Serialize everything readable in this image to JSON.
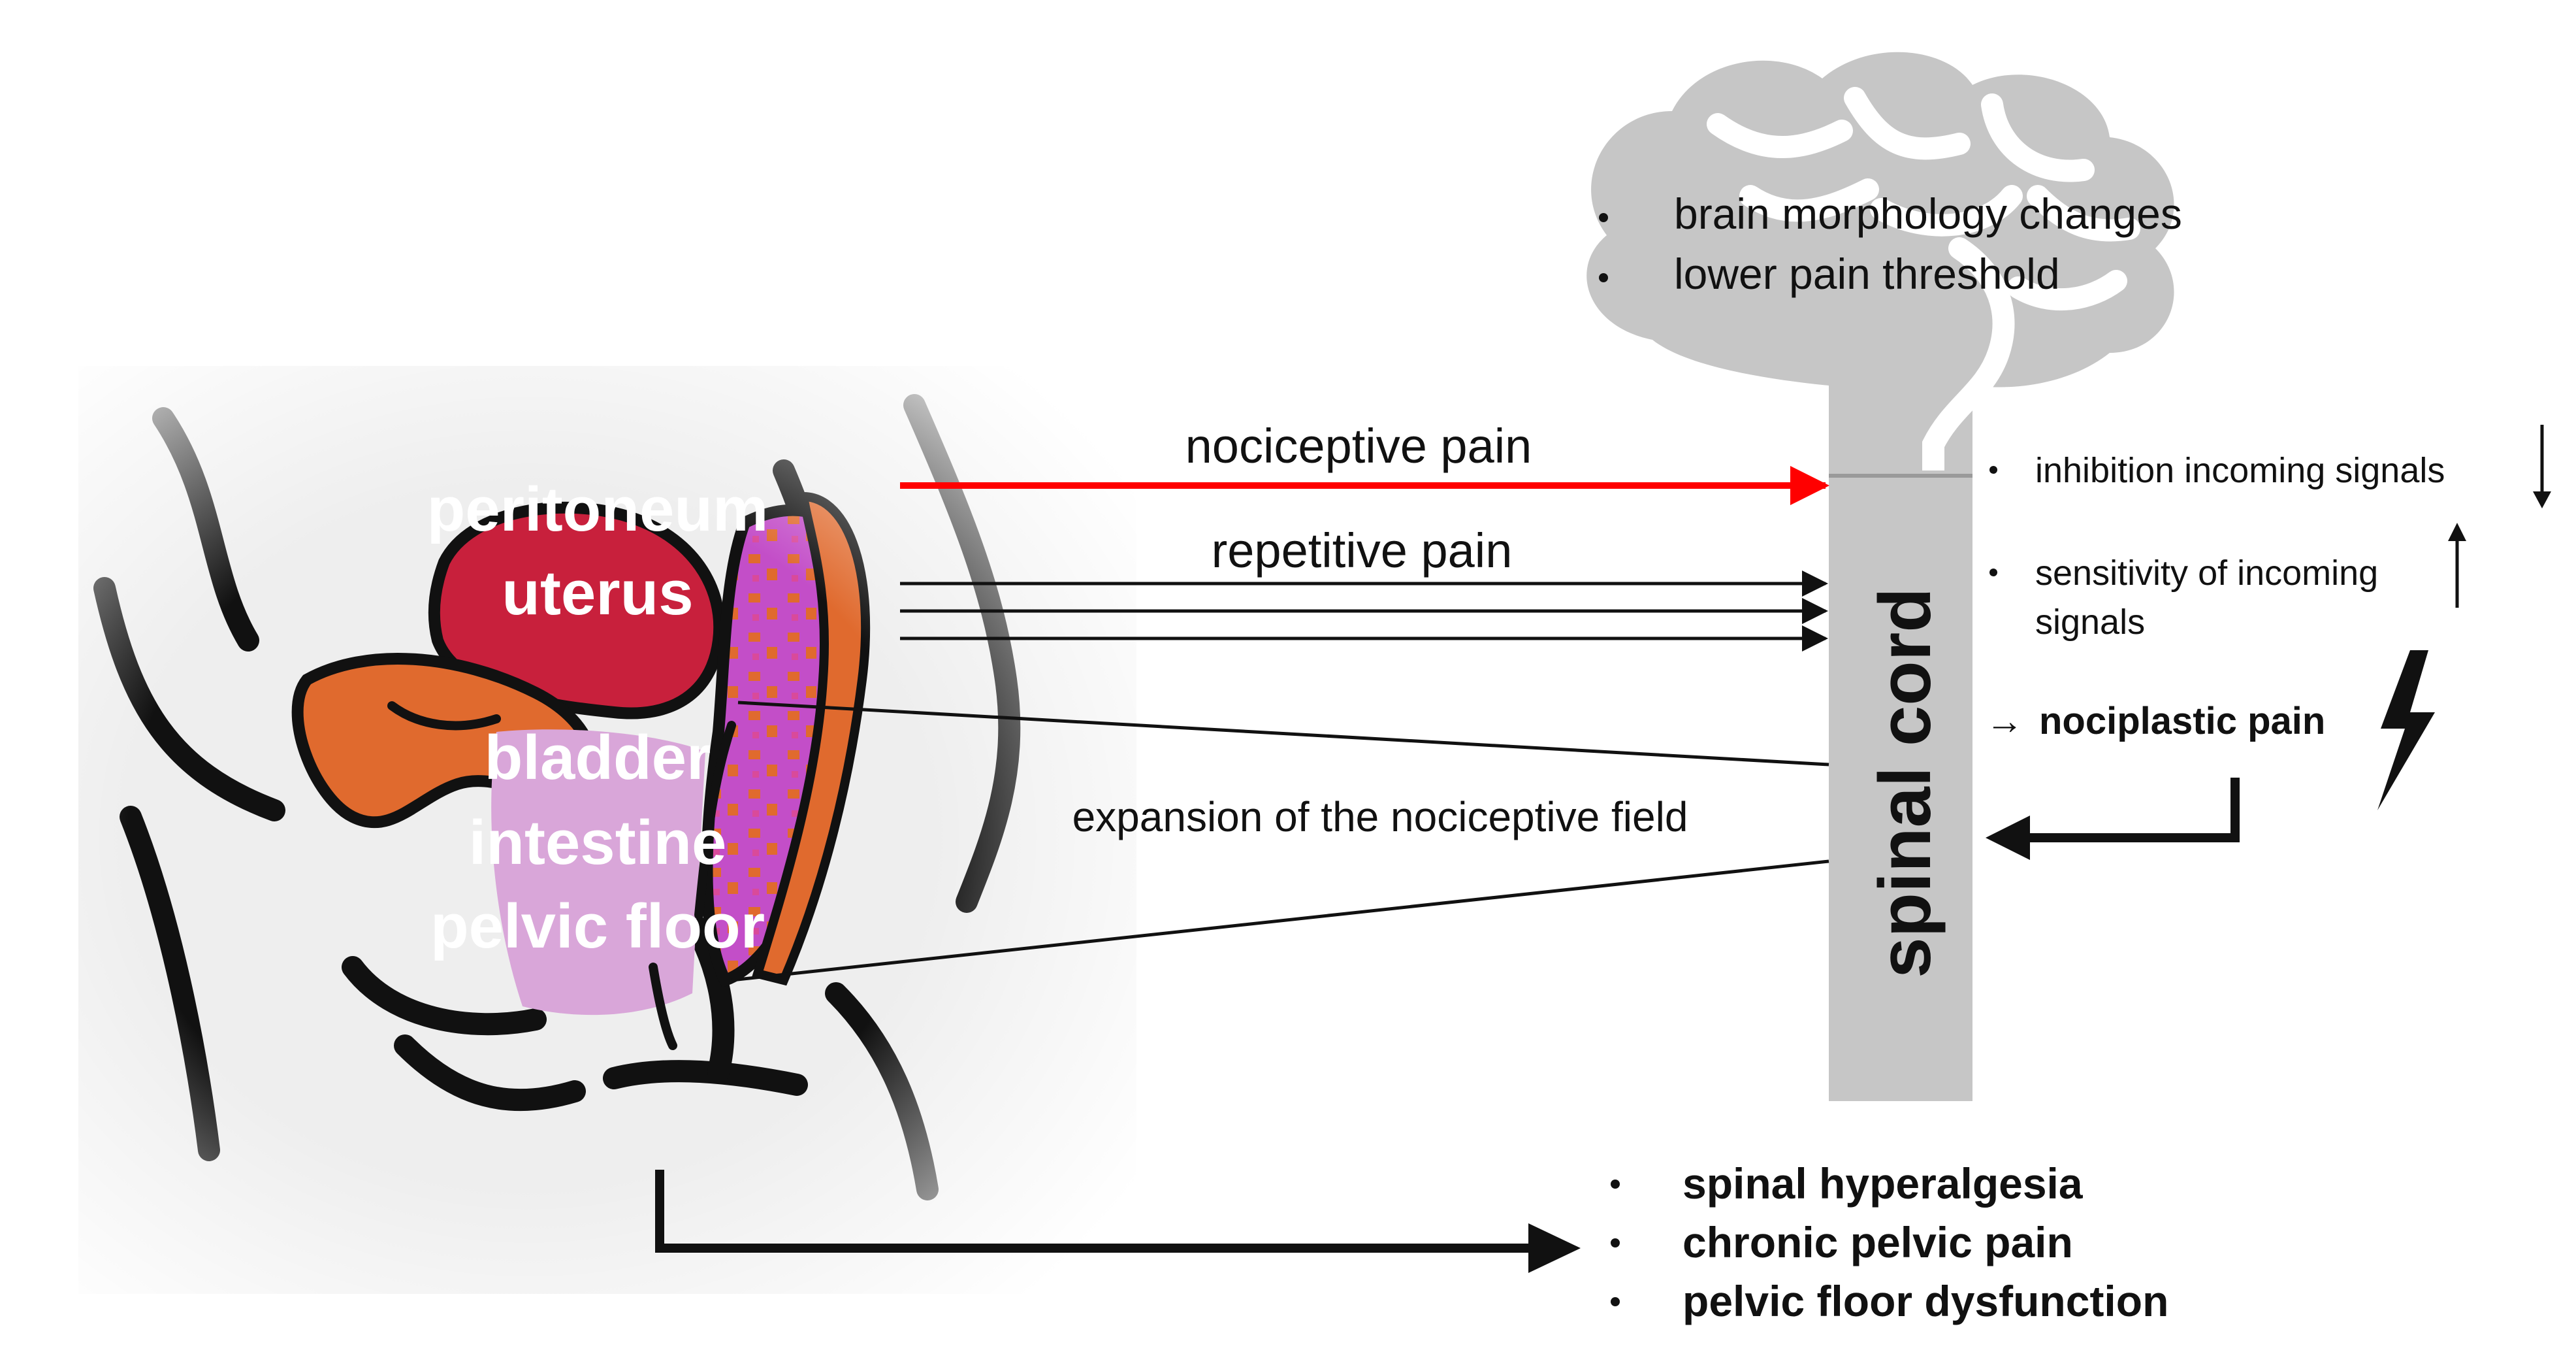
{
  "colors": {
    "nociceptive_arrow": "#ff0000",
    "brain_gray": "#c6c6c6",
    "uterus": "#c8203c",
    "orange_organ": "#e06a2e",
    "pelvic_floor_lilac": "#d9a6d9",
    "intestine_magenta": "#c34ec8",
    "outline": "#111111"
  },
  "anatomy_labels": {
    "peritoneum": "peritoneum",
    "uterus": "uterus",
    "bladder": "bladder",
    "intestine": "intestine",
    "pelvic_floor": "pelvic floor"
  },
  "arrows": {
    "nociceptive": "nociceptive pain",
    "repetitive": "repetitive pain",
    "expansion": "expansion of the nociceptive field"
  },
  "brain": {
    "bullets": [
      "brain morphology changes",
      "lower pain threshold"
    ]
  },
  "spinal_cord": {
    "label": "spinal cord"
  },
  "spinal_effects": {
    "inhibition": "inhibition incoming signals",
    "sensitivity_line1": "sensitivity of incoming",
    "sensitivity_line2": "signals",
    "nociplastic_prefix": "→",
    "nociplastic": "nociplastic pain"
  },
  "outcomes": [
    "spinal hyperalgesia",
    "chronic pelvic pain",
    "pelvic floor dysfunction"
  ],
  "icons": [
    "bullet-dot",
    "up-arrow-icon",
    "down-arrow-icon",
    "lightning-bolt-icon",
    "right-arrow-icon"
  ]
}
